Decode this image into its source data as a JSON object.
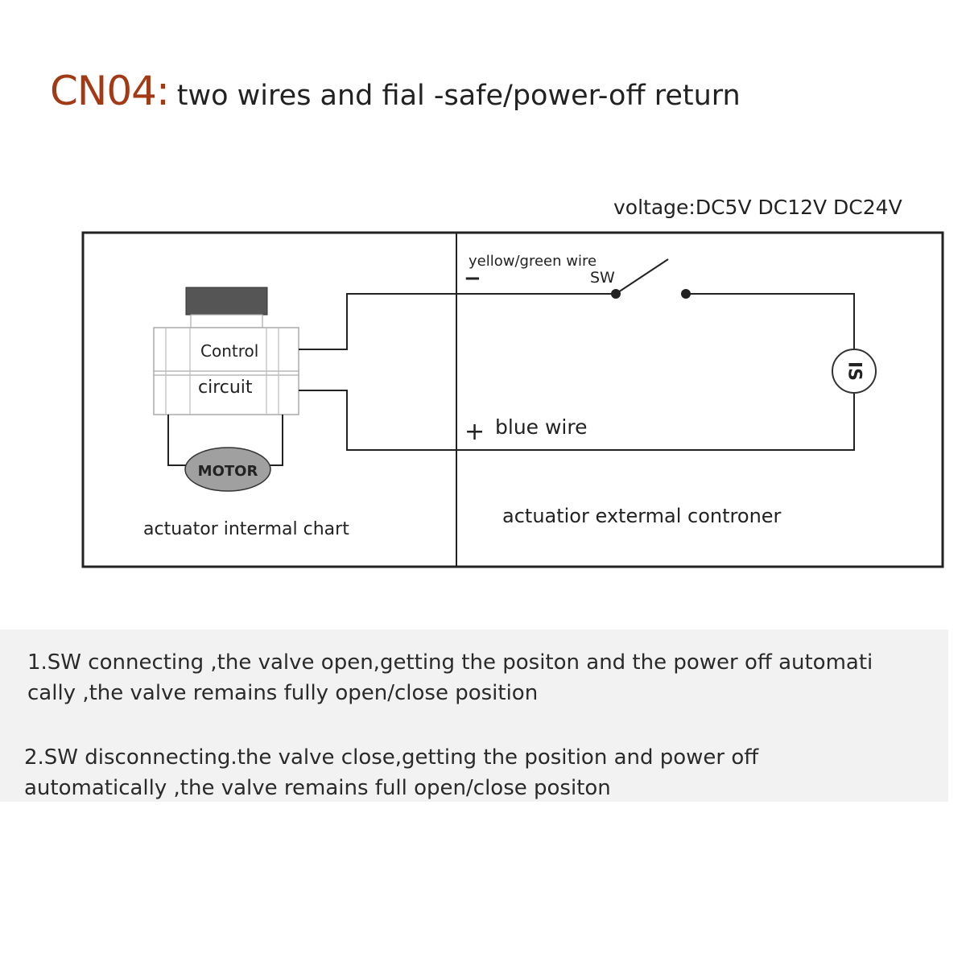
{
  "title": {
    "code": "CN04:",
    "text": "two wires and fial -safe/power-off return"
  },
  "voltage_label": "voltage:DC5V DC12V DC24V",
  "diagram": {
    "left_panel": {
      "control_label": "Control",
      "circuit_label": "circuit",
      "motor_label": "MOTOR",
      "caption": "actuator intermal chart"
    },
    "right_panel": {
      "yellow_wire_label": "yellow/green wire",
      "minus_sign": "−",
      "switch_label": "SW",
      "plus_sign": "+",
      "blue_wire_label": "blue wire",
      "power_source_label": "IS",
      "caption": "actuatior extermal controner"
    },
    "colors": {
      "title_accent": "#a33a16",
      "line": "#222222",
      "valve_cap": "#555555",
      "motor_fill": "#a0a0a0"
    }
  },
  "notes": {
    "note1_line1": "1.SW connecting ,the valve open,getting the positon and the power off automati",
    "note1_line2": "cally ,the valve remains fully open/close position",
    "note2_line1": "2.SW disconnecting.the valve close,getting the position and power off",
    "note2_line2": "automatically ,the valve remains full open/close positon"
  }
}
